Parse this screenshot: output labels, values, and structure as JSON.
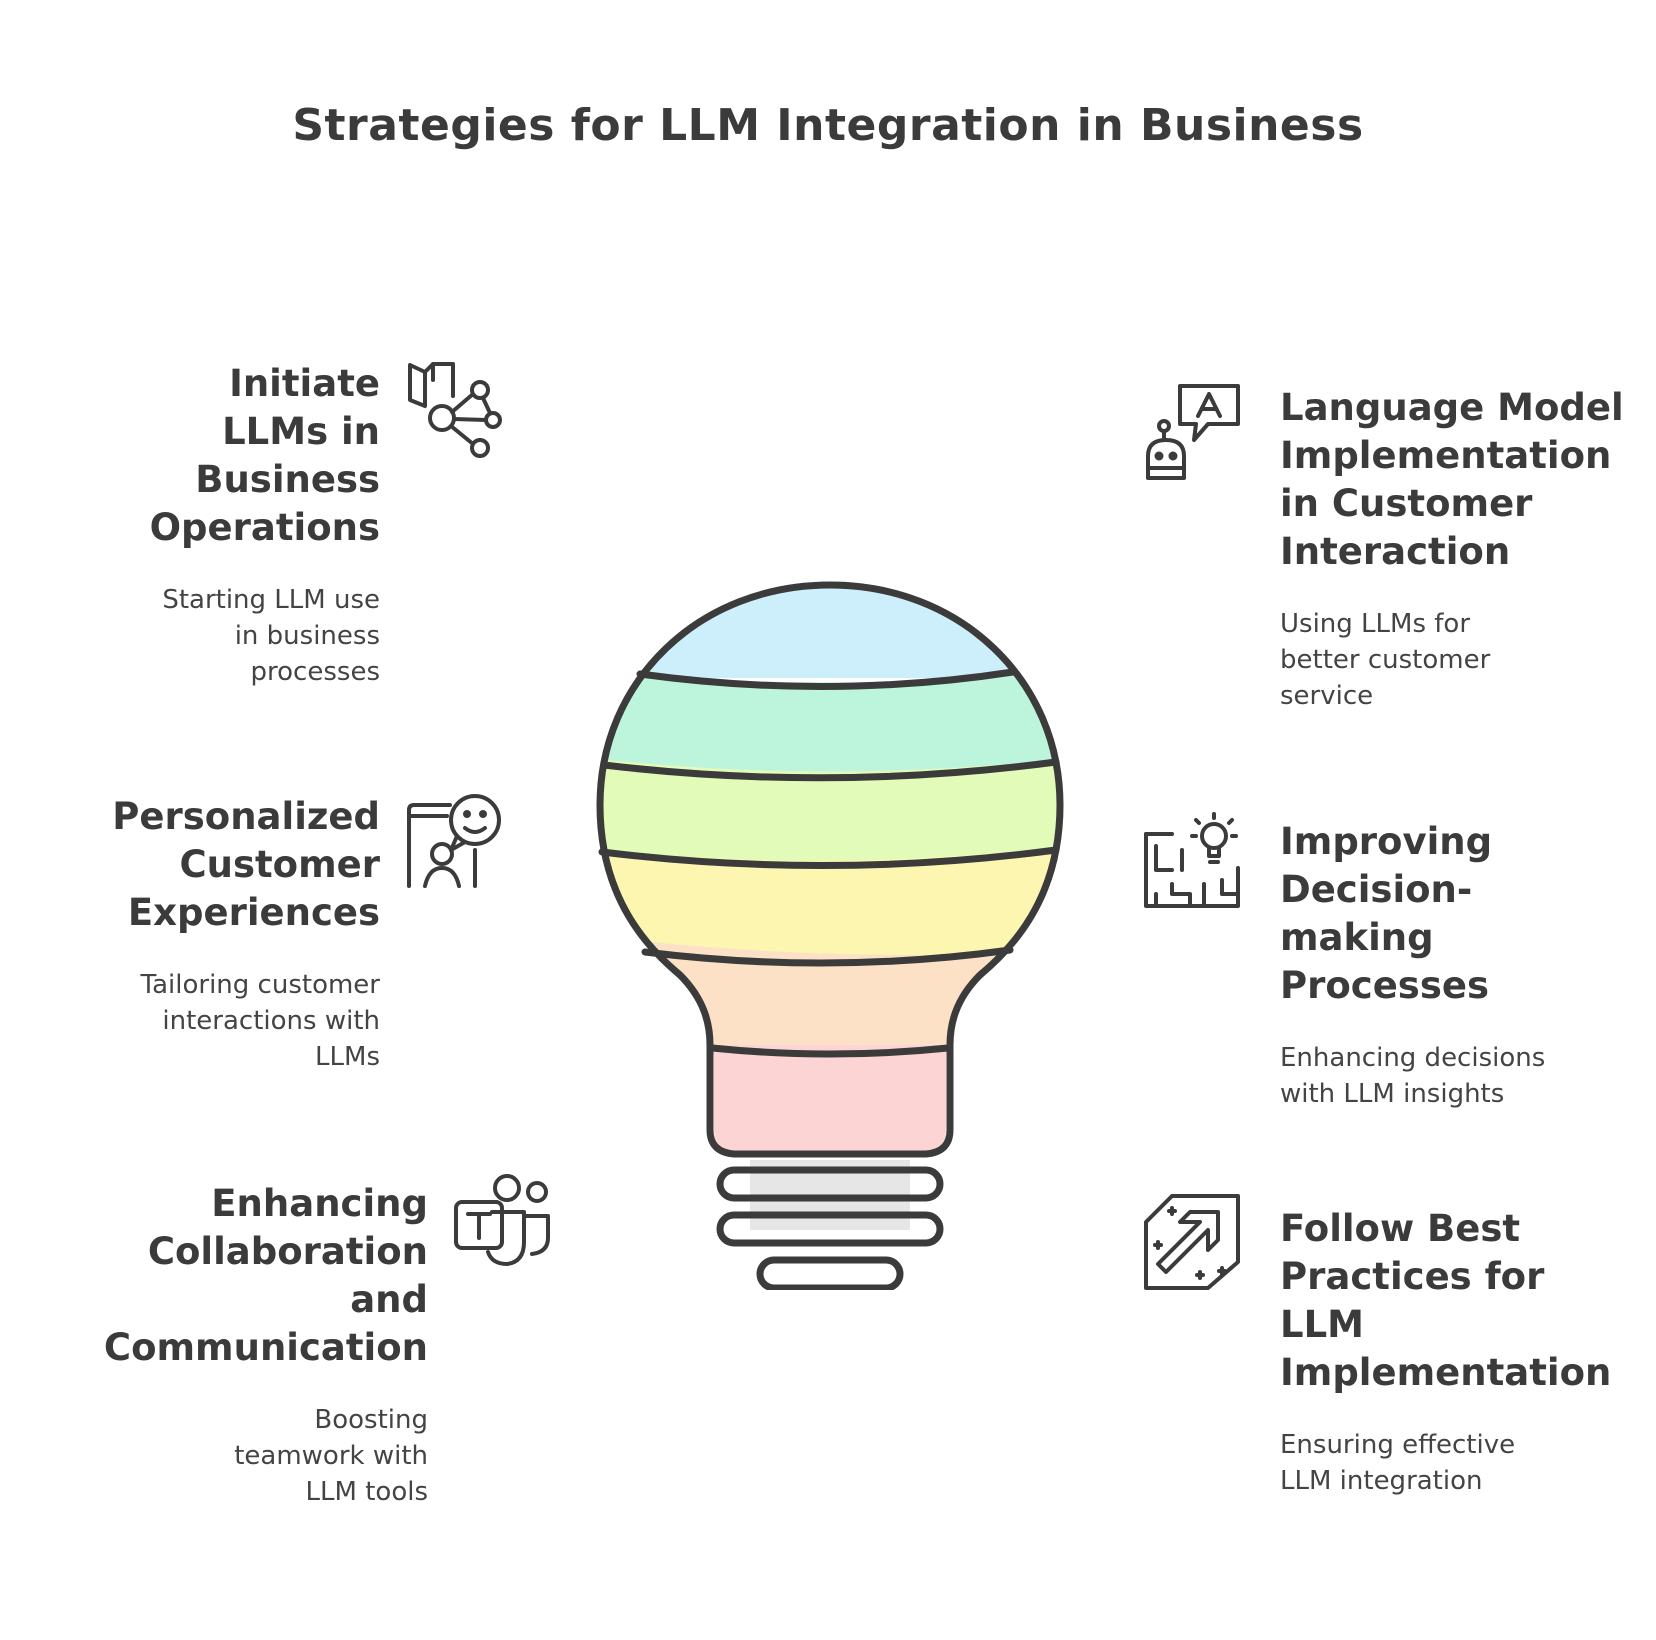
{
  "title": "Strategies for LLM Integration in Business",
  "items": [
    {
      "heading": "Initiate LLMs in Business Operations",
      "description": "Starting LLM use in business processes",
      "icon": "book-network-icon"
    },
    {
      "heading": "Personalized Customer Experiences",
      "description": "Tailoring customer interactions with LLMs",
      "icon": "customer-chat-smile-icon"
    },
    {
      "heading": "Enhancing Collaboration and Communication",
      "description": "Boosting teamwork with LLM tools",
      "icon": "teams-icon"
    },
    {
      "heading": "Language Model Implementation in Customer Interaction",
      "description": "Using LLMs for better customer service",
      "icon": "robot-speech-icon"
    },
    {
      "heading": "Improving Decision-making Processes",
      "description": "Enhancing decisions with LLM insights",
      "icon": "lightbulb-maze-icon"
    },
    {
      "heading": "Follow Best Practices for LLM Implementation",
      "description": "Ensuring effective LLM integration",
      "icon": "arrow-sign-icon"
    }
  ],
  "bulb_colors": [
    "#cdeefb",
    "#bdf5dc",
    "#e3fbb9",
    "#fdf6b1",
    "#fde1c6",
    "#fdd4d4",
    "#e6e6e6"
  ]
}
